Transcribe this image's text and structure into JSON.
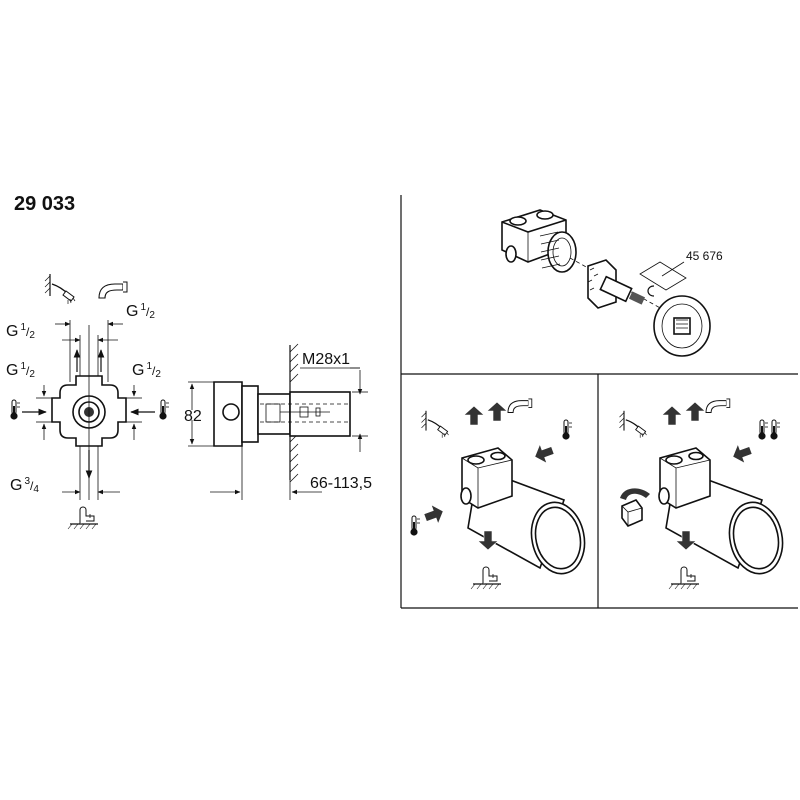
{
  "product": {
    "number": "29 033"
  },
  "dimensions": {
    "thread_hand_shower": {
      "base": "G",
      "num": "1",
      "den": "2"
    },
    "thread_spout": {
      "base": "G",
      "num": "1",
      "den": "2"
    },
    "thread_supply_left": {
      "base": "G",
      "num": "1",
      "den": "2"
    },
    "thread_supply_right": {
      "base": "G",
      "num": "1",
      "den": "2"
    },
    "thread_outlet": {
      "base": "G",
      "num": "3",
      "den": "4"
    },
    "height": "82",
    "cap_thread": "M28x1",
    "depth_range": "66-113,5"
  },
  "parts": {
    "cartridge_number": "45 676"
  },
  "icons": {
    "hand_shower": "hand-shower-icon",
    "spout": "spout-icon",
    "thermometer": "thermometer-icon",
    "bath_filler": "bath-filler-icon"
  }
}
